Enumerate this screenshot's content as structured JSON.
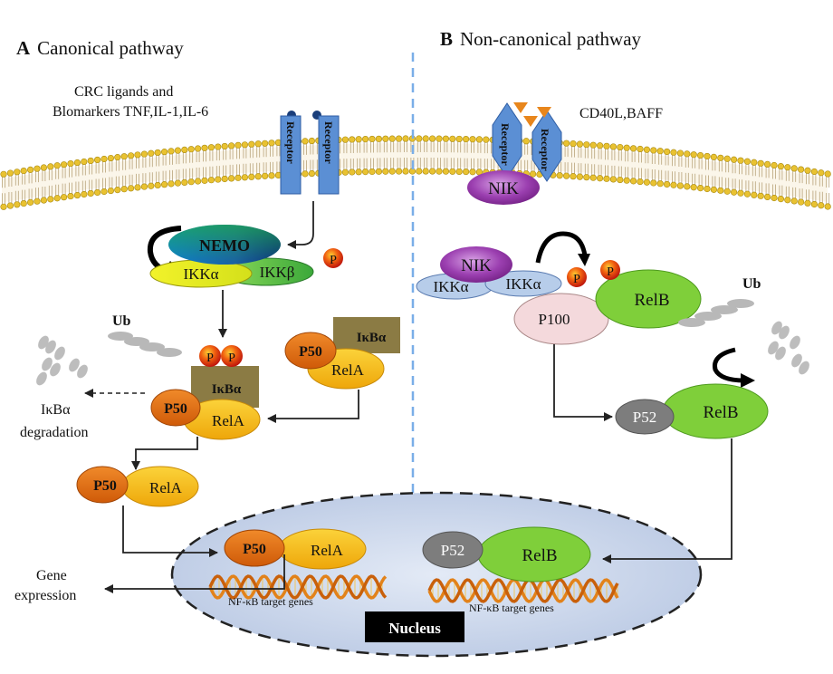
{
  "panel_a": {
    "letter": "A",
    "title": "Canonical pathway",
    "ligands": [
      "CRC ligands and",
      "Blomarkers TNF,IL-1,IL-6"
    ],
    "receptor_label": "Receptor",
    "nemo": "NEMO",
    "ikka": "IKKα",
    "ikkb": "IKKβ",
    "phospho": "P",
    "ub": "Ub",
    "ikba": "IκBα",
    "p50": "P50",
    "p50_alt": "P50",
    "rela": "RelA",
    "degradation": [
      "IκBα",
      "degradation"
    ],
    "gene_expression": [
      "Gene",
      "expression"
    ],
    "target_genes": "NF-κB target genes"
  },
  "panel_b": {
    "letter": "B",
    "title": "Non-canonical pathway",
    "ligands": "CD40L,BAFF",
    "receptor_label": "Receptor",
    "nik": "NIK",
    "ikka": "IKKα",
    "phospho": "P",
    "ub": "Ub",
    "p100": "P100",
    "relb": "RelB",
    "p52": "P52",
    "target_genes": "NF-κB target genes"
  },
  "nucleus_label": "Nucleus",
  "colors": {
    "receptor": "#5b8fd4",
    "p50": "#e06a10",
    "rela": "#f3bb10",
    "relb": "#7fcf3a",
    "ikba": "#8b7b44",
    "phospho": "#d61f12",
    "nik": "#8f2d9e",
    "nucleus": "#c9d5ea",
    "divider": "#7aaee8"
  }
}
